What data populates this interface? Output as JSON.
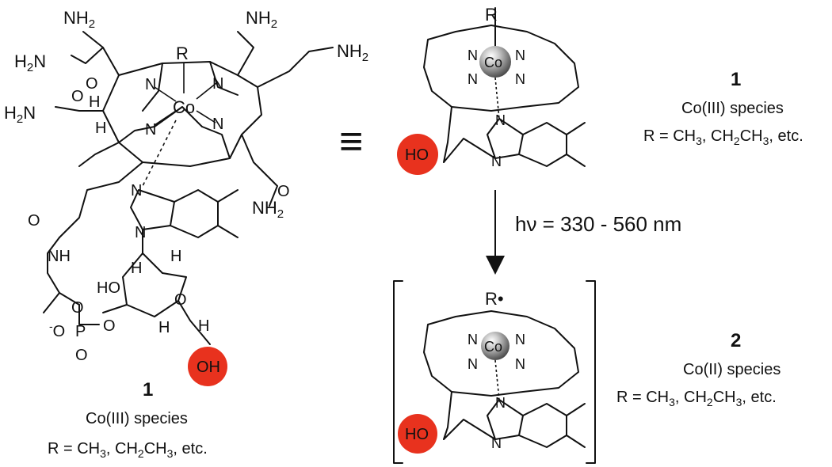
{
  "left_structure": {
    "atom_labels": {
      "nh2_top_left": "NH",
      "nh2_top_right": "NH",
      "nh2_right": "NH",
      "h2n_upper_left": "H",
      "h2n_mid_left": "H",
      "nh2_lower_right": "NH",
      "sub_2": "2",
      "R": "R",
      "co": "Co",
      "n": "N",
      "h": "H",
      "o": "O",
      "nh": "NH",
      "ho": "HO",
      "p": "P",
      "o_minus": "O",
      "minus": "-",
      "oh": "OH"
    },
    "compound_number": "1",
    "species": "Co(III) species",
    "r_def_prefix": "R = CH",
    "r_def_sub3": "3",
    "r_def_mid": ", CH",
    "r_def_sub2": "2",
    "r_def_ch": "CH",
    "r_def_suffix": ", etc."
  },
  "equivalence_symbol": "≡",
  "top_right_structure": {
    "R": "R",
    "co": "Co",
    "n": "N",
    "ho": "HO",
    "compound_number": "1",
    "species": "Co(III) species",
    "r_def_prefix": "R = CH",
    "r_def_sub3": "3",
    "r_def_mid": ", CH",
    "r_def_sub2": "2",
    "r_def_ch": "CH",
    "r_def_suffix": ", etc."
  },
  "arrow_condition": "hν = 330 - 560 nm",
  "bottom_right_structure": {
    "radical": "R•",
    "co": "Co",
    "n": "N",
    "ho": "HO",
    "compound_number": "2",
    "species": "Co(II) species",
    "r_def_prefix": "R = CH",
    "r_def_sub3": "3",
    "r_def_mid": ", CH",
    "r_def_sub2": "2",
    "r_def_ch": "CH",
    "r_def_suffix": ", etc."
  },
  "colors": {
    "highlight": "#e8321e",
    "cobalt_sphere": "#8c8c8c"
  }
}
